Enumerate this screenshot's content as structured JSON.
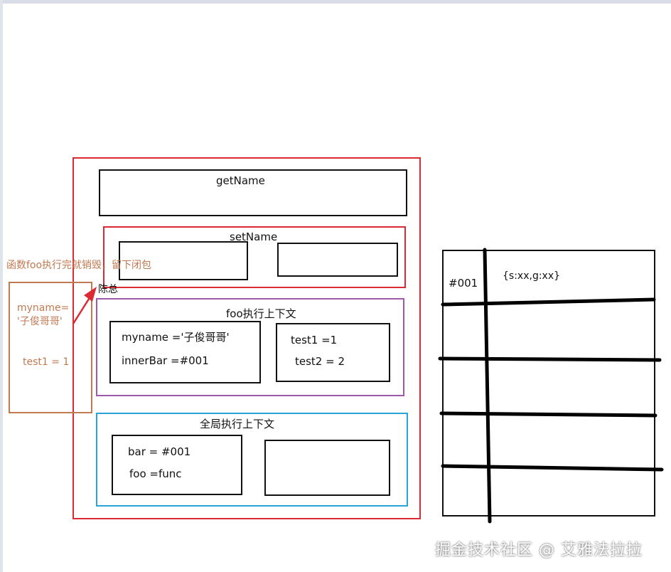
{
  "diagram": {
    "get_name_label": "getName",
    "set_name_label": "setName",
    "closure_label": "陈总",
    "foo_context_label": "foo执行上下文",
    "foo_vars_left": [
      "myname ='子俊哥哥'",
      "innerBar =#001"
    ],
    "foo_vars_right": [
      "test1 =1",
      "test2 = 2"
    ],
    "global_context_label": "全局执行上下文",
    "global_vars": [
      "bar = #001",
      "foo =func"
    ],
    "destroy_note": "函数foo执行完就销毁，留下闭包",
    "closure_vars": [
      "myname=",
      "'子俊哥哥'",
      "test1 = 1"
    ],
    "heap_address": "#001",
    "heap_value": "{s:xx,g:xx}"
  },
  "colors": {
    "red": "#dc2a34",
    "purple": "#9b58ad",
    "blue": "#2aa3d9",
    "orange": "#c07a52",
    "black": "#111111"
  },
  "watermark": "掘金技术社区 @ 艾雅法拉拉"
}
